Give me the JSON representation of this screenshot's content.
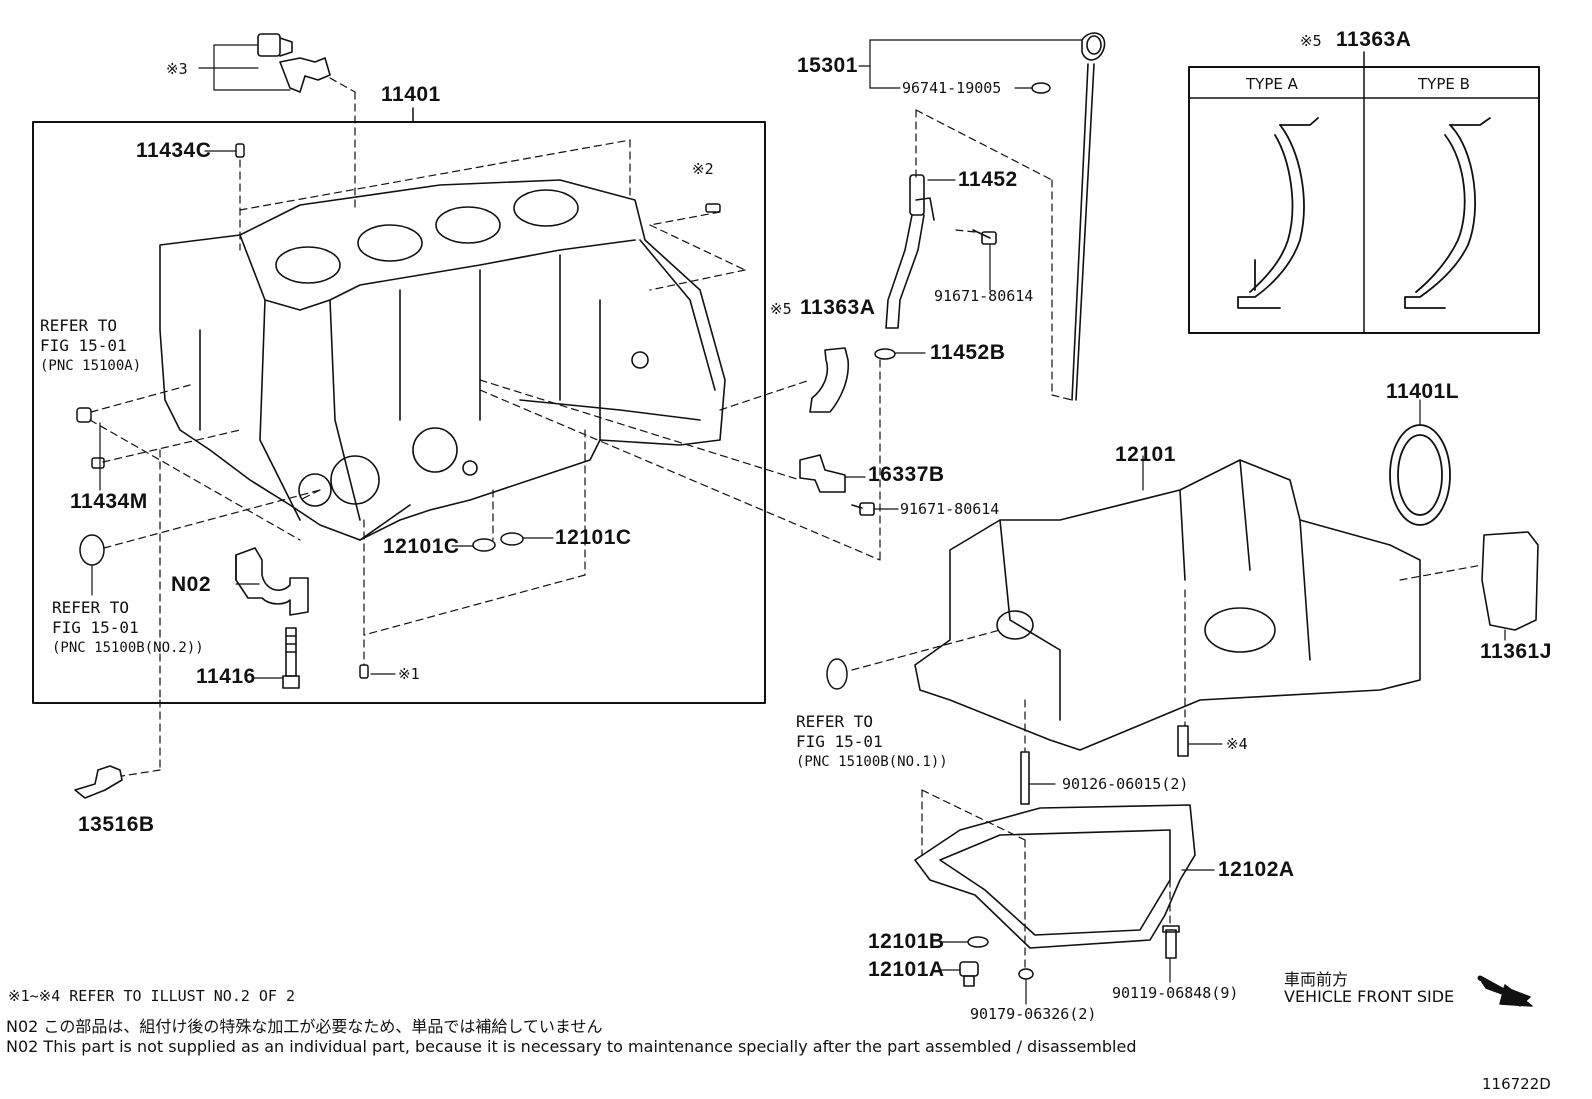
{
  "labels": {
    "p11401": "11401",
    "p11434C": "11434C",
    "ast2": "※2",
    "ast3": "※3",
    "p11434M": "11434M",
    "pN02": "N02",
    "p11416": "11416",
    "ast1": "※1",
    "p12101C_a": "12101C",
    "p12101C_b": "12101C",
    "p13516B": "13516B",
    "p15301": "15301",
    "p96741": "96741-19005",
    "p11452": "11452",
    "p91671_a": "91671-80614",
    "p11363A_mid": "11363A",
    "ast5_mid": "※5",
    "p11452B": "11452B",
    "p16337B": "16337B",
    "p91671_b": "91671-80614",
    "p11363A_top": "11363A",
    "ast5_top": "※5",
    "p11401L": "11401L",
    "p12101": "12101",
    "p11361J": "11361J",
    "ast4": "※4",
    "p90126": "90126-06015(2)",
    "p12102A": "12102A",
    "p12101B": "12101B",
    "p12101A": "12101A",
    "p90179": "90179-06326(2)",
    "p90119": "90119-06848(9)"
  },
  "refs": {
    "ref1": {
      "l1": "REFER TO",
      "l2": "FIG 15-01",
      "l3": "(PNC 15100A)"
    },
    "ref2": {
      "l1": "REFER TO",
      "l2": "FIG 15-01",
      "l3": "(PNC 15100B(NO.2))"
    },
    "ref3": {
      "l1": "REFER TO",
      "l2": "FIG 15-01",
      "l3": "(PNC 15100B(NO.1))"
    }
  },
  "types": {
    "a": "TYPE A",
    "b": "TYPE B"
  },
  "direction": {
    "jp": "車両前方",
    "en": "VEHICLE FRONT SIDE"
  },
  "notes": {
    "n1": "※1~※4 REFER TO ILLUST NO.2 OF 2",
    "n2": "N02 この部品は、組付け後の特殊な加工が必要なため、単品では補給していません",
    "n3": "N02 This part is not supplied as an individual part, because it is necessary to maintenance specially after the part assembled / disassembled"
  },
  "illust_id": "116722D"
}
